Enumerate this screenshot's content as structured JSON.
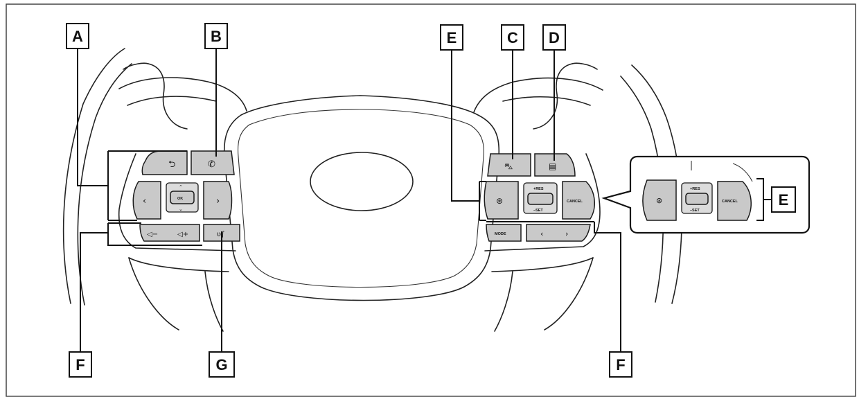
{
  "callouts": [
    {
      "label": "A"
    },
    {
      "label": "B"
    },
    {
      "label": "E"
    },
    {
      "label": "C"
    },
    {
      "label": "D"
    },
    {
      "label": "E"
    },
    {
      "label": "F"
    },
    {
      "label": "G"
    },
    {
      "label": "F"
    }
  ],
  "buttons": {
    "cancel": "CANCEL",
    "mode": "MODE",
    "set": "+RES",
    "set_minus": "–SET",
    "ok": "OK"
  },
  "icons": {
    "back": "back-arrow-icon",
    "phone": "phone-icon",
    "volume_down": "volume-down-icon",
    "volume_up": "volume-up-icon",
    "voice": "voice-command-icon",
    "lane": "lane-assist-icon",
    "distance": "vehicle-distance-icon"
  }
}
